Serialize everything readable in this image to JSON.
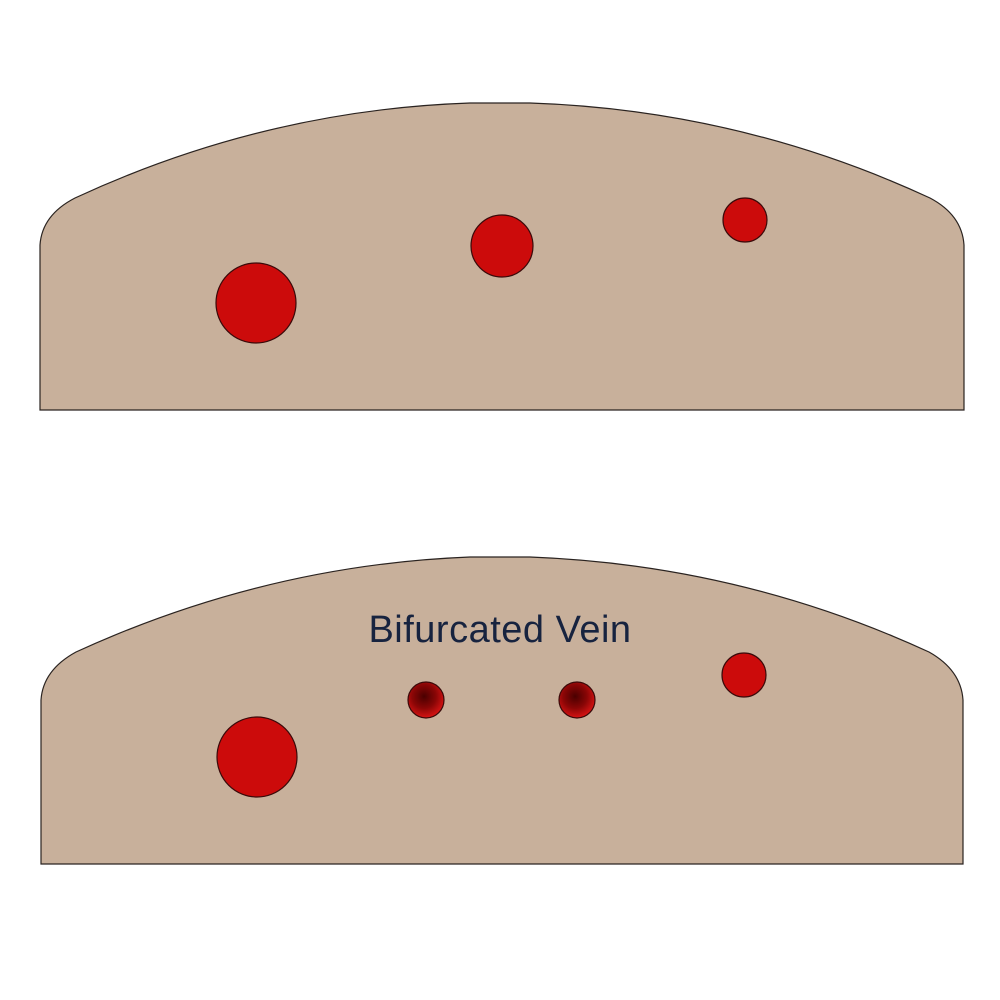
{
  "colors": {
    "background": "#ffffff",
    "tissue": "#c8b09b",
    "tissue_outline": "#2a2320",
    "vessel": "#cc0b0b",
    "vessel_outline": "#3a0a0a",
    "vessel_dark_center": "#5a0000",
    "vessel_dark_edge": "#d01010",
    "label": "#17233f"
  },
  "top_panel": {
    "vessels": [
      "large-vessel",
      "medium-vessel",
      "small-vessel"
    ]
  },
  "bottom_panel": {
    "label": "Bifurcated Vein",
    "vessels": [
      "large-vessel",
      "bifurcated-branch-left",
      "bifurcated-branch-right",
      "small-vessel"
    ]
  }
}
